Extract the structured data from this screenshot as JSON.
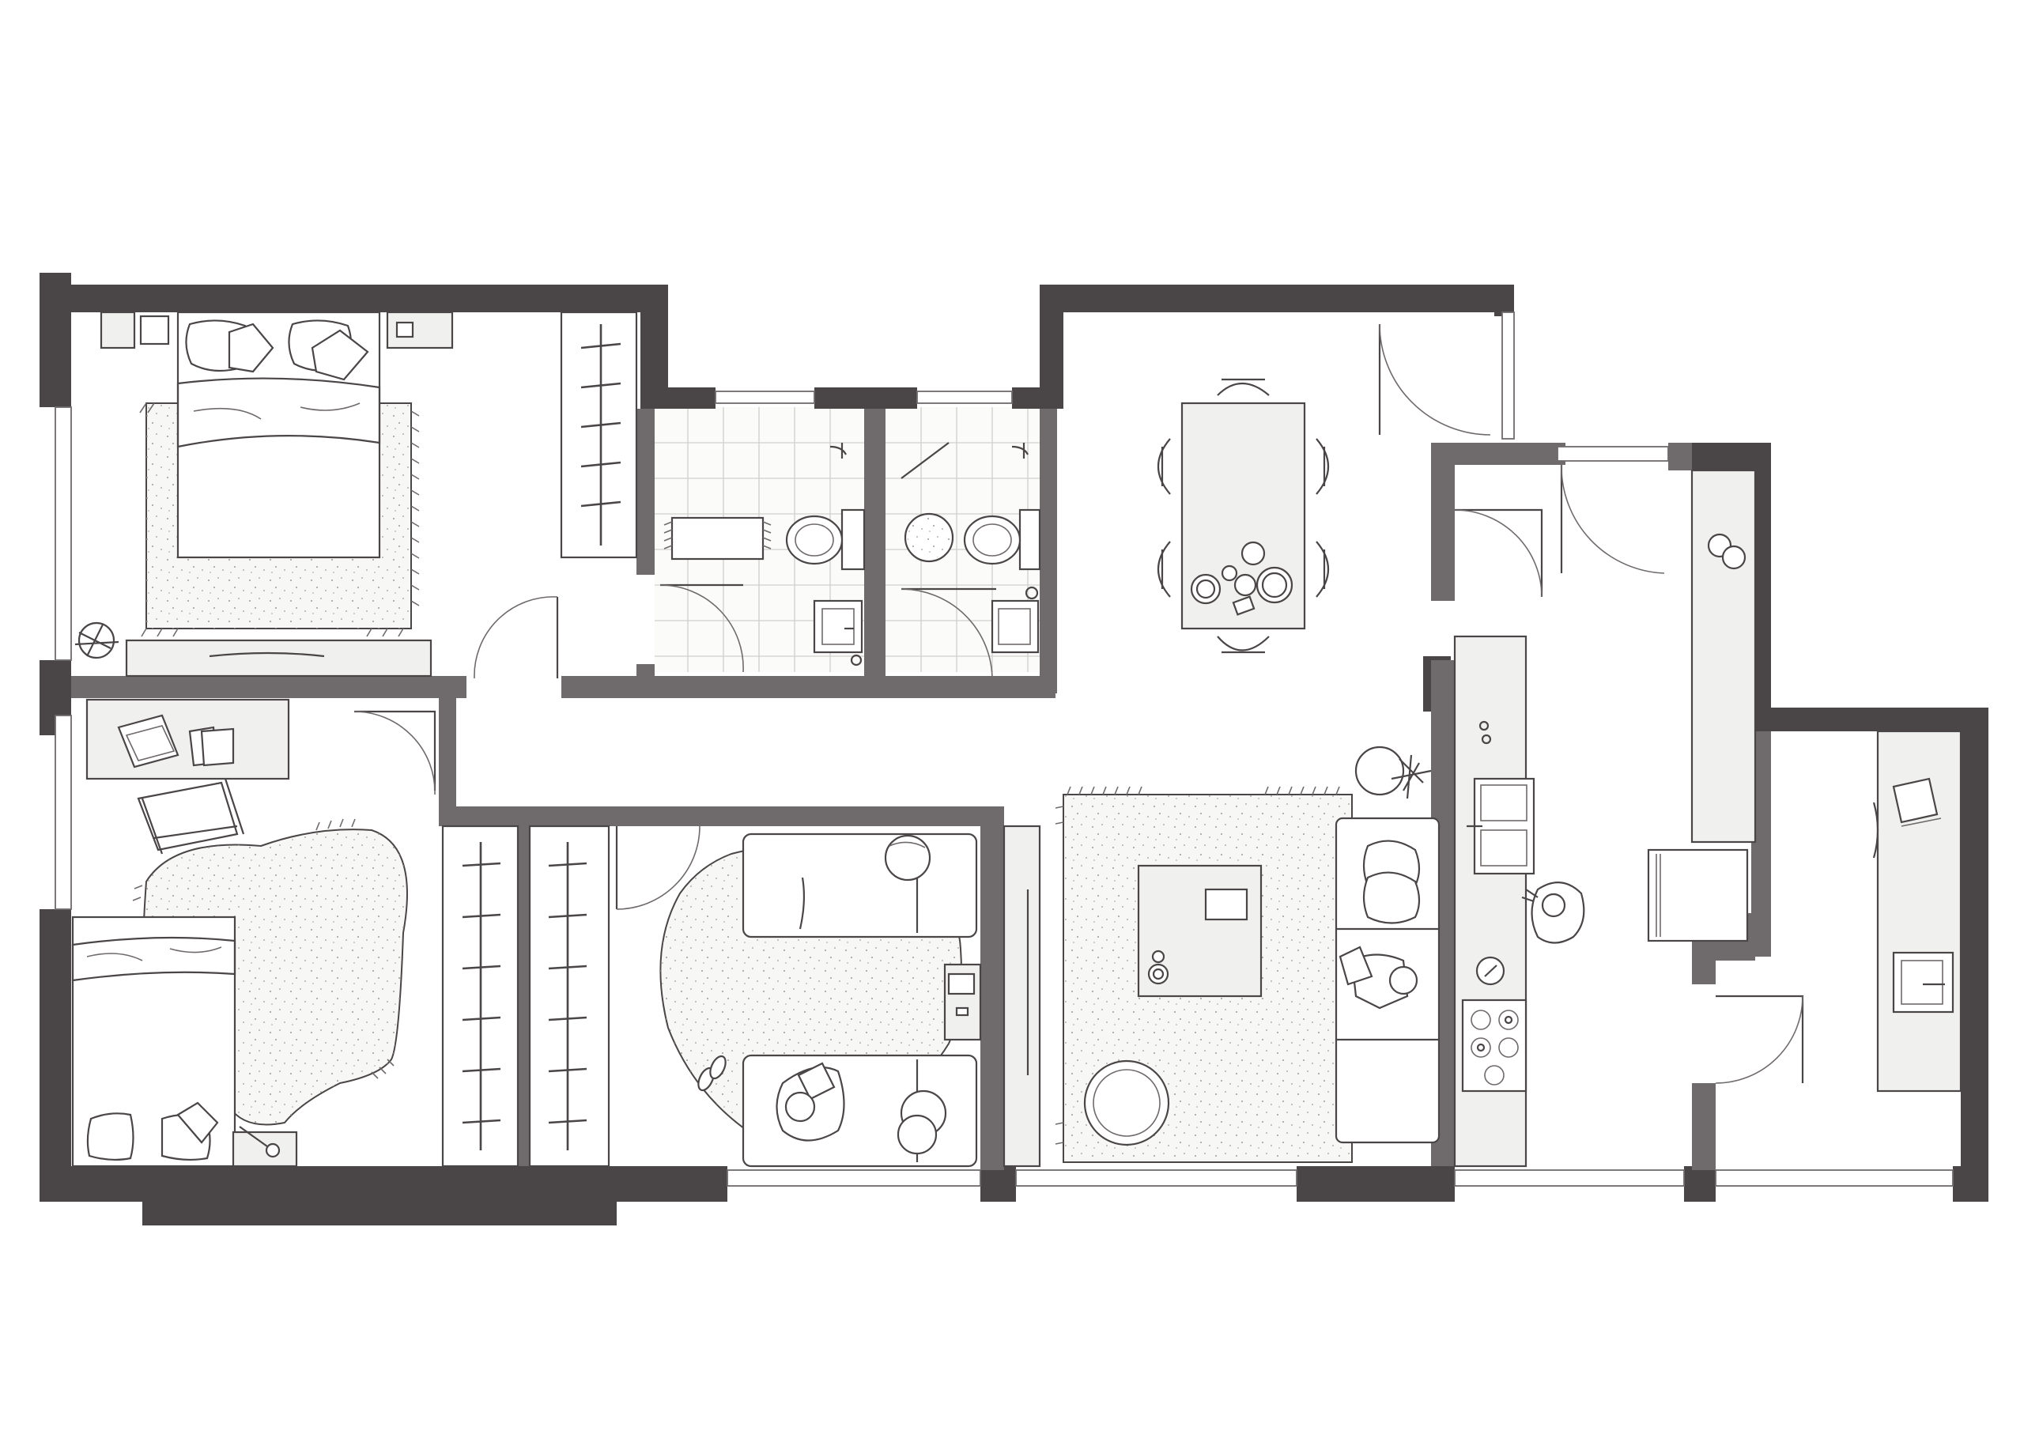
{
  "plan": {
    "type": "furnished apartment floor plan",
    "colors": {
      "exterior_wall": "#4a4546",
      "interior_wall": "#6f6a6b",
      "furniture_fill": "#f0f0ee",
      "floor": "#ffffff",
      "tile_grid": "#cfcfcb"
    },
    "rooms": [
      {
        "id": "bedroom-master",
        "icon": "double-bed-icon"
      },
      {
        "id": "bathroom-1",
        "icon": "toilet-icon"
      },
      {
        "id": "bathroom-2",
        "icon": "toilet-icon"
      },
      {
        "id": "dining",
        "icon": "dining-table-icon"
      },
      {
        "id": "bedroom-office",
        "icon": "single-bed-icon"
      },
      {
        "id": "hall",
        "icon": "wardrobe-icon"
      },
      {
        "id": "lounge",
        "icon": "sofa-icon"
      },
      {
        "id": "living",
        "icon": "sofa-icon"
      },
      {
        "id": "kitchen",
        "icon": "stove-icon"
      },
      {
        "id": "utility",
        "icon": "sink-icon"
      }
    ]
  }
}
